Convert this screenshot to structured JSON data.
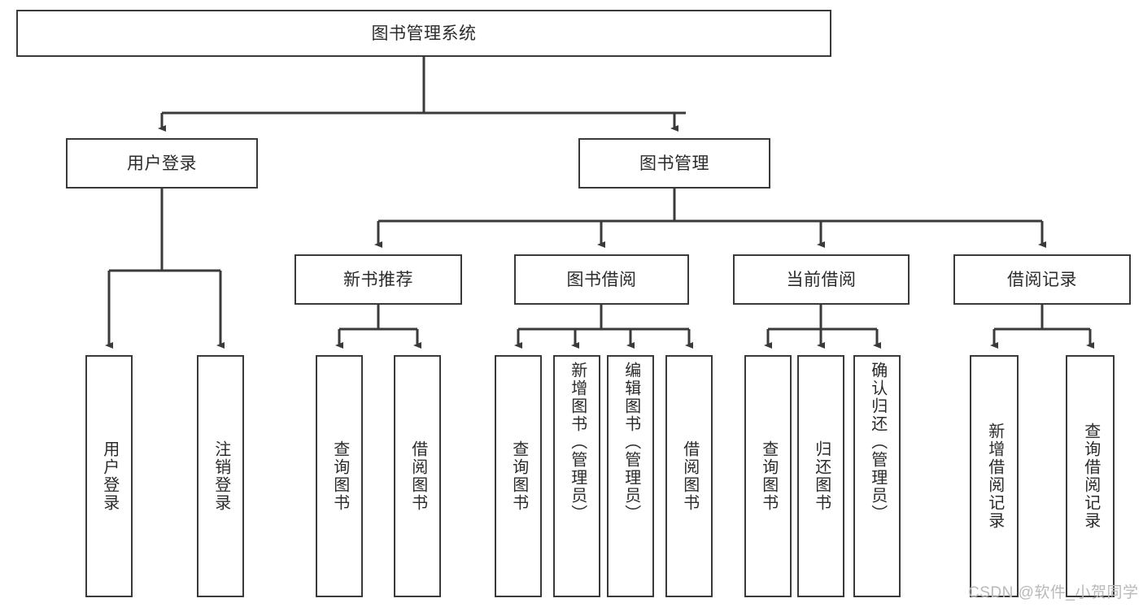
{
  "diagram": {
    "title_text": "图书管理系统",
    "stroke_color": "#3a3a3a",
    "text_color": "#2b2b2b",
    "background_color": "#ffffff",
    "watermark": "CSDN @软件_小贺同学"
  },
  "root": {
    "label": "图书管理系统"
  },
  "level1": [
    {
      "label": "用户登录"
    },
    {
      "label": "图书管理"
    }
  ],
  "level2": [
    {
      "label": "新书推荐"
    },
    {
      "label": "图书借阅"
    },
    {
      "label": "当前借阅"
    },
    {
      "label": "借阅记录"
    }
  ],
  "leaves": {
    "user_login": [
      {
        "label": "用户登录"
      },
      {
        "label": "注销登录"
      }
    ],
    "new_book_recommend": [
      {
        "label": "查询图书"
      },
      {
        "label": "借阅图书"
      }
    ],
    "book_borrow": [
      {
        "label": "查询图书"
      },
      {
        "label": "新增图书（管理员）"
      },
      {
        "label": "编辑图书（管理员）"
      },
      {
        "label": "借阅图书"
      }
    ],
    "current_borrow": [
      {
        "label": "查询图书"
      },
      {
        "label": "归还图书"
      },
      {
        "label": "确认归还（管理员）"
      }
    ],
    "borrow_record": [
      {
        "label": "新增借阅记录"
      },
      {
        "label": "查询借阅记录"
      }
    ]
  }
}
